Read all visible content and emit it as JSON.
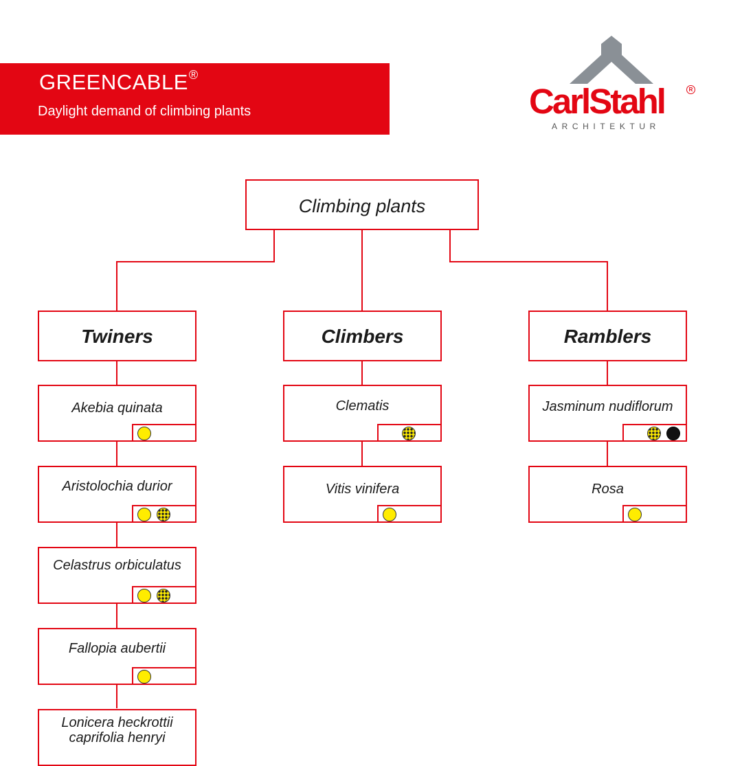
{
  "header": {
    "title": "GREENCABLE",
    "title_mark": "®",
    "subtitle": "Daylight demand of climbing plants"
  },
  "logo": {
    "brand": "CarlStahl",
    "registered": "R",
    "division": "ARCHITEKTUR"
  },
  "diagram": {
    "root": "Climbing plants",
    "categories": {
      "twiners": {
        "label": "Twiners",
        "plants": [
          {
            "name": "Akebia quinata",
            "light": [
              "sun"
            ]
          },
          {
            "name": "Aristolochia durior",
            "light": [
              "sun",
              "half-shade"
            ]
          },
          {
            "name": "Celastrus orbiculatus",
            "light": [
              "sun",
              "half-shade"
            ]
          },
          {
            "name": "Fallopia aubertii",
            "light": [
              "sun"
            ]
          },
          {
            "name": "Lonicera heckrottii",
            "name2": "caprifolia henryi",
            "light": []
          }
        ]
      },
      "climbers": {
        "label": "Climbers",
        "plants": [
          {
            "name": "Clematis",
            "light": [
              "half-shade"
            ]
          },
          {
            "name": "Vitis vinifera",
            "light": [
              "sun"
            ]
          }
        ]
      },
      "ramblers": {
        "label": "Ramblers",
        "plants": [
          {
            "name": "Jasminum nudiflorum",
            "light": [
              "half-shade",
              "shade"
            ]
          },
          {
            "name": "Rosa",
            "light": [
              "sun"
            ]
          }
        ]
      }
    }
  },
  "colors": {
    "brand_red": "#e30613",
    "logo_gray": "#8a9096",
    "sun": "#ffec00",
    "shade": "#111111"
  },
  "icons": {
    "sun": "yellow-circle",
    "half-shade": "dotted-yellow-circle",
    "shade": "black-circle"
  }
}
